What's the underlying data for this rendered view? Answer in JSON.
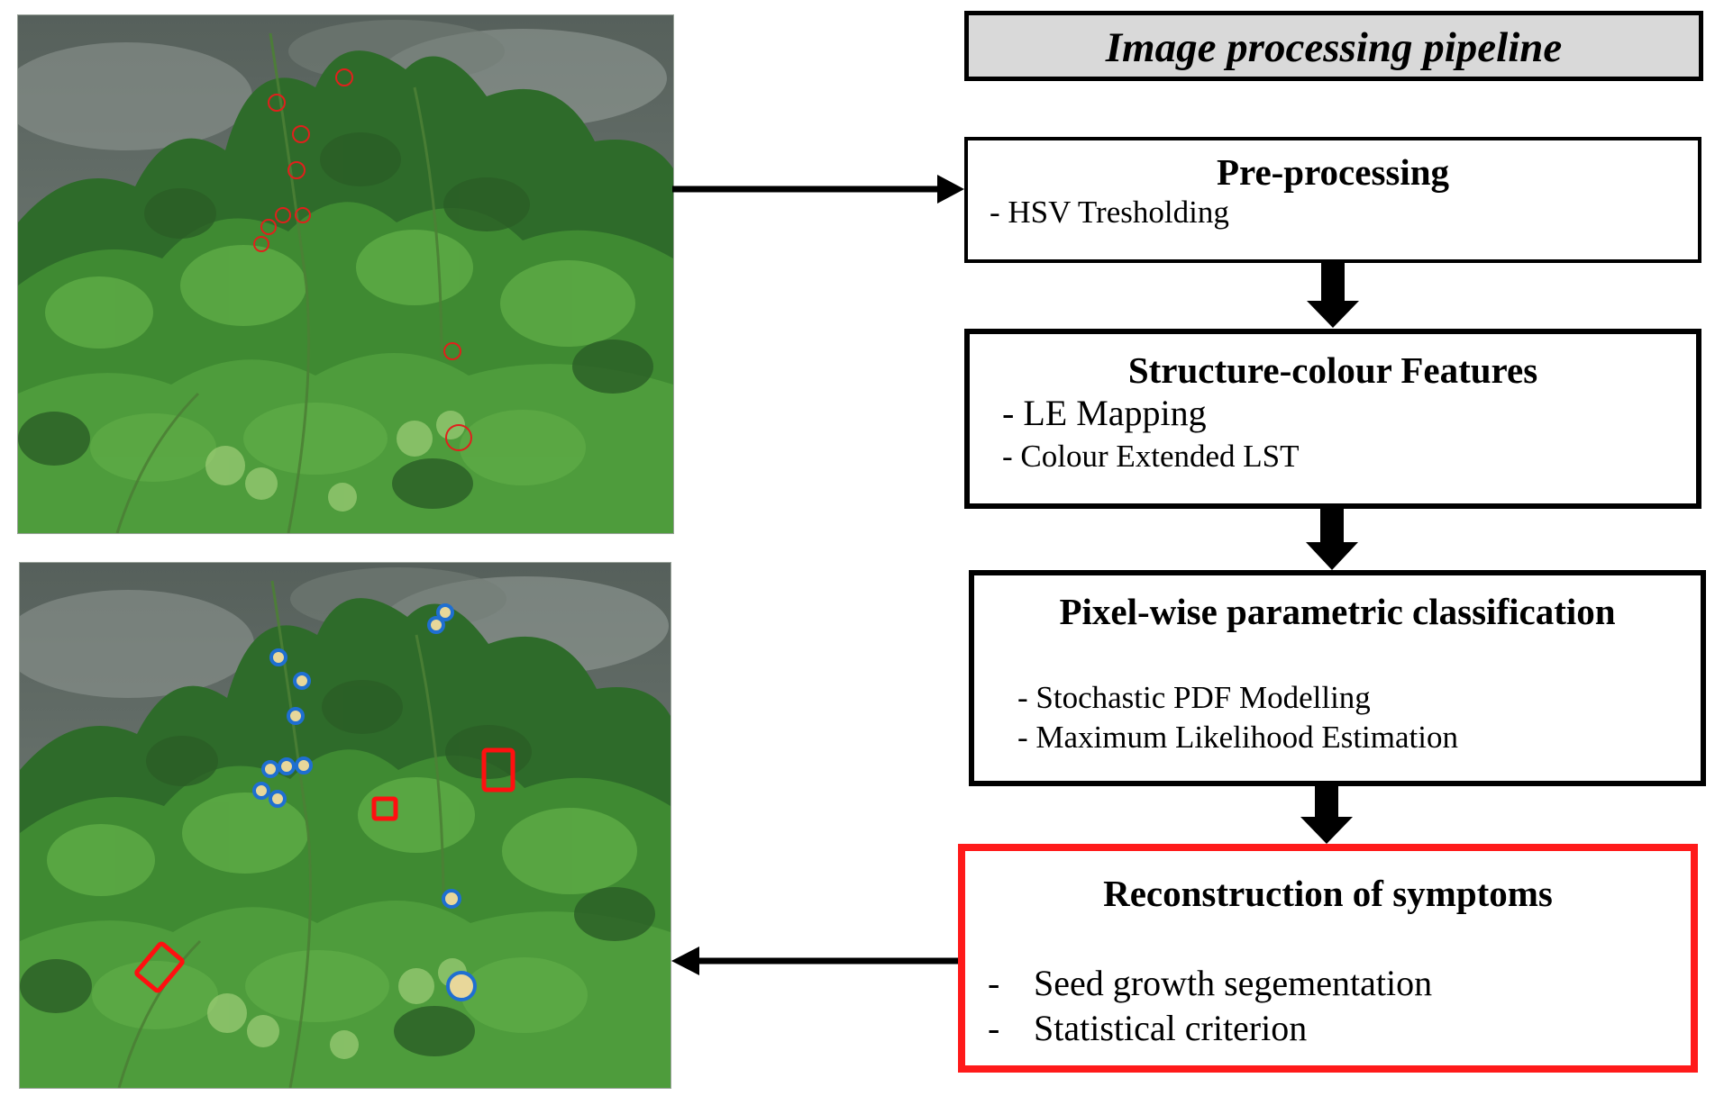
{
  "pipeline": {
    "header": "Image processing pipeline",
    "stages": [
      {
        "title": "Pre-processing",
        "items": [
          "- HSV Tresholding"
        ]
      },
      {
        "title": "Structure-colour Features",
        "items": [
          "- LE Mapping",
          "- Colour Extended LST"
        ]
      },
      {
        "title": "Pixel-wise parametric classification",
        "items": [
          "- Stochastic PDF Modelling",
          "- Maximum Likelihood Estimation"
        ]
      },
      {
        "title": "Reconstruction of symptoms",
        "bullets": [
          "-",
          "-"
        ],
        "items": [
          "Seed growth segementation",
          "Statistical criterion"
        ]
      }
    ]
  },
  "colors": {
    "box_border": "#000000",
    "header_fill": "#d9d9d9",
    "highlight_border": "#ff1a1a",
    "input_marker": "#e0201c",
    "detected_marker_blue": "#1f6fd1",
    "detected_marker_red": "#ff1010",
    "foliage": "#3f8a32",
    "sky": "#5f6a63"
  }
}
